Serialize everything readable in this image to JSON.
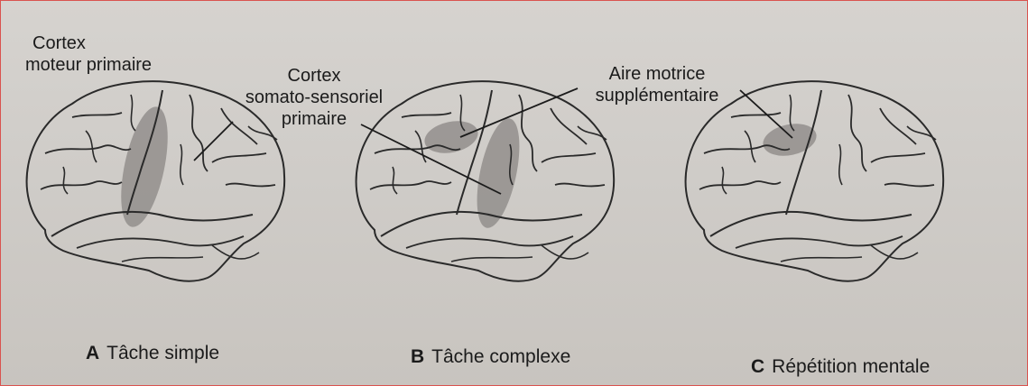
{
  "labels": {
    "cortex_moteur": [
      "Cortex",
      "moteur primaire"
    ],
    "cortex_somato": [
      "Cortex",
      "somato-sensoriel",
      "primaire"
    ],
    "aire_motrice": [
      "Aire motrice",
      "supplémentaire"
    ]
  },
  "captions": [
    {
      "letter": "A",
      "text": "Tâche simple"
    },
    {
      "letter": "B",
      "text": "Tâche complexe"
    },
    {
      "letter": "C",
      "text": "Répétition mentale"
    }
  ],
  "colors": {
    "paper": "#d0cdc9",
    "line": "#2a2a2a",
    "highlight": "#8e8b88",
    "red_border": "#d9534f"
  }
}
